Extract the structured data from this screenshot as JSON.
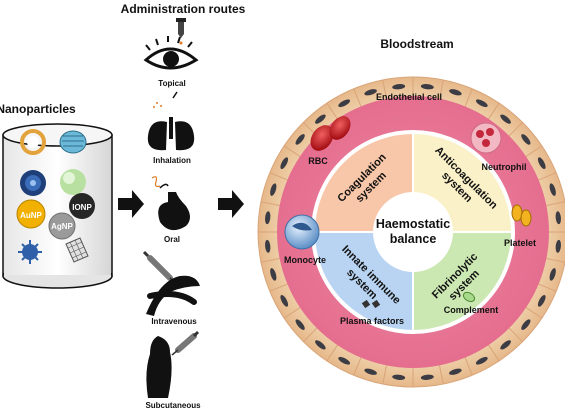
{
  "headings": {
    "nanoparticles": "Nanoparticles",
    "administration_routes": "Administration routes",
    "bloodstream": "Bloodstream"
  },
  "nanoparticle_labels": {
    "aunp": "AuNP",
    "agnp": "AgNP",
    "ionp": "IONP"
  },
  "routes": [
    {
      "label": "Topical",
      "icon": "eye-dropper-icon"
    },
    {
      "label": "Inhalation",
      "icon": "lungs-icon"
    },
    {
      "label": "Oral",
      "icon": "stomach-icon"
    },
    {
      "label": "Intravenous",
      "icon": "arm-syringe-icon"
    },
    {
      "label": "Subcutaneous",
      "icon": "torso-syringe-icon"
    }
  ],
  "center": {
    "line1": "Haemostatic",
    "line2": "balance"
  },
  "quadrants": {
    "coagulation": {
      "line1": "Coagulation",
      "line2": "system",
      "color": "#f8c6a8"
    },
    "anticoagulation": {
      "line1": "Anticoagulation",
      "line2": "system",
      "color": "#fbf1c8"
    },
    "innate_immune": {
      "line1": "Innate immune",
      "line2": "system",
      "color": "#b9d4f2"
    },
    "fibrinolytic": {
      "line1": "Fibrinolytic",
      "line2": "system",
      "color": "#cbe7b2"
    }
  },
  "blood_components": {
    "endothelial": "Endothelial cell",
    "rbc": "RBC",
    "neutrophil": "Neutrophil",
    "platelet": "Platelet",
    "complement": "Complement",
    "plasma": "Plasma factors",
    "monocyte": "Monocyte"
  },
  "colors": {
    "vessel_wall": "#f4cda4",
    "bloodstream": "#e87595",
    "nucleus": "#3c3c44",
    "arrow": "#111111"
  }
}
